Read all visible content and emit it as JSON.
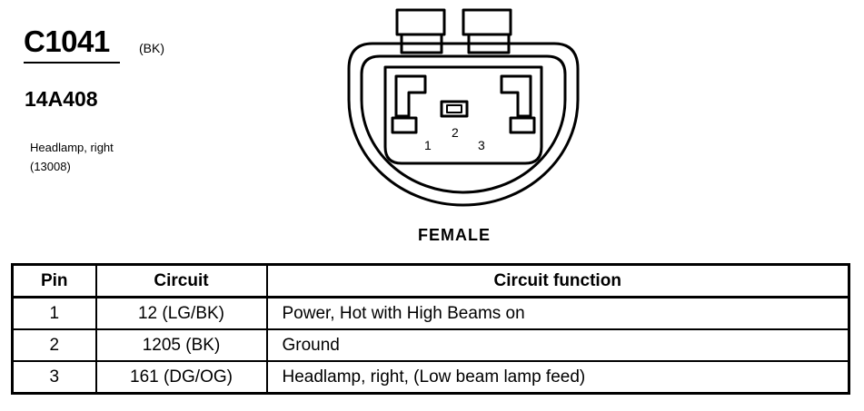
{
  "connector": {
    "id": "C1041",
    "color": "(BK)",
    "part_number": "14A408",
    "component_name": "Headlamp, right",
    "component_code": "(13008)"
  },
  "diagram": {
    "pin_labels": [
      "1",
      "2",
      "3"
    ],
    "view": "FEMALE"
  },
  "table": {
    "headers": {
      "pin": "Pin",
      "circuit": "Circuit",
      "function": "Circuit function"
    },
    "rows": [
      {
        "pin": "1",
        "circuit": "12 (LG/BK)",
        "function": "Power, Hot with High Beams on"
      },
      {
        "pin": "2",
        "circuit": "1205 (BK)",
        "function": "Ground"
      },
      {
        "pin": "3",
        "circuit": "161 (DG/OG)",
        "function": "Headlamp, right, (Low beam lamp feed)"
      }
    ]
  }
}
